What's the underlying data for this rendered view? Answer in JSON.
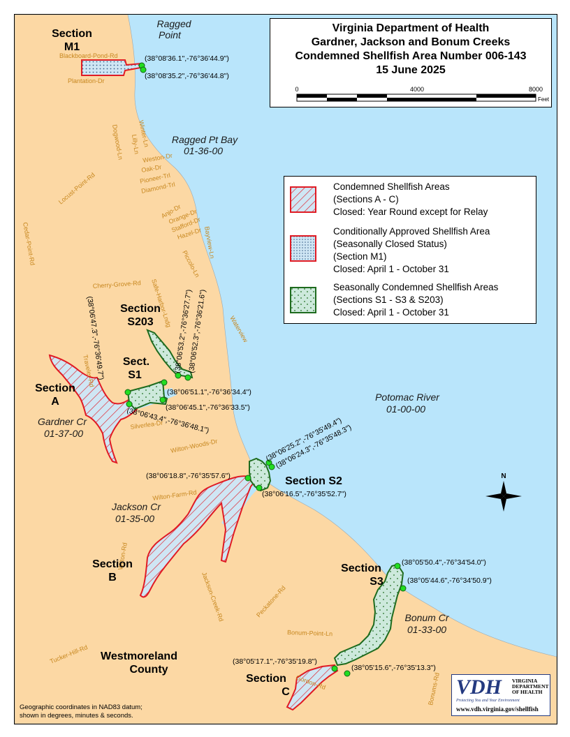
{
  "title": {
    "line1": "Virginia Department of Health",
    "line2": "Gardner, Jackson and Bonum Creeks",
    "line3": "Condemned Shellfish Area Number 006-143",
    "line4": "15 June 2025"
  },
  "scale_bar": {
    "tick_0": "0",
    "tick_mid": "4000",
    "tick_max": "8000",
    "unit": "Feet"
  },
  "legend": [
    {
      "lines": [
        "Condemned Shellfish Areas",
        "(Sections A - C)",
        "Closed: Year Round except for Relay"
      ]
    },
    {
      "lines": [
        "Conditionally Approved Shellfish Area",
        "(Seasonally Closed Status)",
        "(Section M1)",
        "Closed: April 1 - October 31"
      ]
    },
    {
      "lines": [
        "Seasonally Condemned Shellfish Areas",
        "(Sections S1 - S3 & S203)",
        "Closed: April 1 - October 31"
      ]
    }
  ],
  "colors": {
    "land": "#fcd8a4",
    "water": "#b9e5fb",
    "condemned": "#e01b24",
    "seasonal": "#1e6b1e",
    "seasonal_fill": "#cde9dc",
    "approved_fill": "#cfe6f4",
    "road_label": "#c7871f",
    "coord_dot": "#22dd22"
  },
  "sections": {
    "m1": [
      "Section",
      "M1"
    ],
    "s203": [
      "Section",
      "S203"
    ],
    "s1": [
      "Sect.",
      "S1"
    ],
    "a": [
      "Section",
      "A"
    ],
    "s2": "Section S2",
    "b": [
      "Section",
      "B"
    ],
    "s3": [
      "Section",
      "S3"
    ],
    "c": [
      "Section",
      "C"
    ]
  },
  "water_labels": {
    "ragged_point": [
      "Ragged",
      "Point"
    ],
    "ragged_bay": [
      "Ragged Pt Bay",
      "01-36-00"
    ],
    "gardner": [
      "Gardner Cr",
      "01-37-00"
    ],
    "potomac": [
      "Potomac River",
      "01-00-00"
    ],
    "jackson": [
      "Jackson Cr",
      "01-35-00"
    ],
    "bonum": [
      "Bonum Cr",
      "01-33-00"
    ]
  },
  "county": [
    "Westmoreland",
    "County"
  ],
  "coordinates": {
    "m1_n": "(38°08'36.1\",-76°36'44.9\")",
    "m1_s": "(38°08'35.2\",-76°36'44.8\")",
    "s1_w": "(38°06'47.3\",-76°36'49.7\")",
    "s203_a": "(38°06'53.2\",-76°36'27.7\")",
    "s203_b": "(38°06'52.3\",-76°36'21.6\")",
    "s1_ne": "(38°06'51.1\",-76°36'34.4\")",
    "s1_se": "(38°06'45.1\",-76°36'33.5\")",
    "s1_sw": "(38°06'43.4\",-76°36'48.1\")",
    "s2_n1": "(38°06'25.2\",-76°35'49.4\")",
    "s2_n2": "(38°06'24.3\",-76°35'48.3\")",
    "s2_w": "(38°06'18.8\",-76°35'57.6\")",
    "s2_s": "(38°06'16.5\",-76°35'52.7\")",
    "s3_n": "(38°05'50.4\",-76°34'54.0\")",
    "s3_e": "(38°05'44.6\",-76°34'50.9\")",
    "s3_w": "(38°05'17.1\",-76°35'19.8\")",
    "s3_s": "(38°05'15.6\",-76°35'13.3\")"
  },
  "roads": {
    "blackboard": "Blackboard-Pond-Rd",
    "plantation": "Plantation-Dr",
    "winter": "Winter-Ln",
    "lilly": "Lilly-Ln",
    "dogwood": "Dogwood-Ln",
    "weston": "Weston-Dr",
    "oak": "Oak-Dr",
    "pioneer": "Pioneer-Trl",
    "diamond": "Diamond-Trl",
    "locust": "Locust-Point-Rd",
    "cedar": "Cedar-Point-Rd",
    "anjo": "Anjo-Dr",
    "orange": "Orange-Dr",
    "stafford": "Stafford-Dr",
    "hazel": "Hazel-Dr",
    "bayview": "Bayview-Ln",
    "piccolo": "Piccolo-Ln",
    "cherry": "Cherry-Grove-Rd",
    "safe_harbor": "Safe-Harbor-Lndg",
    "waterview": "Waterview",
    "traveler": "Traveler-Rd",
    "silverlea": "Silverlea-Dr",
    "wilton_woods": "Wilton-Woods-Dr",
    "wilton_farm": "Wilton-Farm-Rd",
    "wilton": "Wilton-Rd",
    "jackson_creek": "Jackson-Creek-Rd",
    "peckatone": "Peckatone-Rd",
    "bonum_point": "Bonum-Point-Ln",
    "tucker": "Tucker-Hill-Rd",
    "gordon": "Gordon-Rd",
    "bonums": "Bonums-Rd"
  },
  "north_arrow": "N",
  "footnote": [
    "Geographic coordinates in NAD83 datum;",
    "shown in degrees, minutes & seconds."
  ],
  "logo": {
    "mark": "VDH",
    "org": [
      "VIRGINIA",
      "DEPARTMENT",
      "OF HEALTH"
    ],
    "tagline": "Protecting You and Your Environment",
    "url": "www.vdh.virginia.gov/shellfish"
  }
}
